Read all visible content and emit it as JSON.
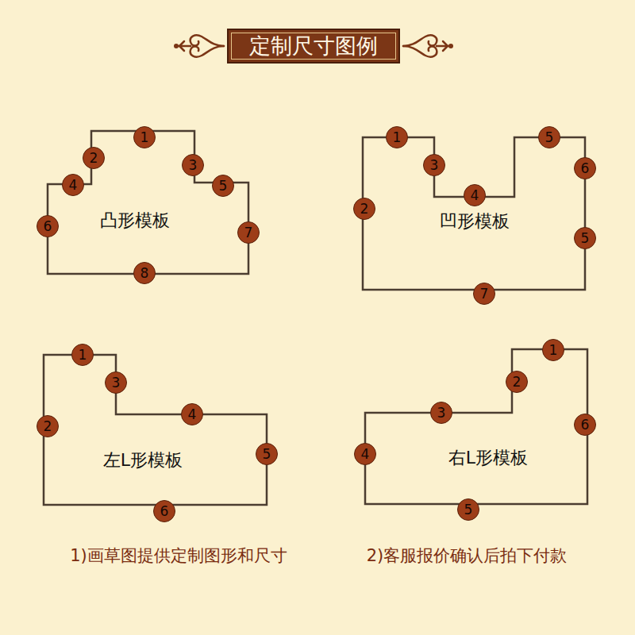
{
  "diagram": {
    "title": "定制尺寸图例",
    "nodes": [
      {
        "text": [
          "凸形模板"
        ]
      },
      {
        "text": [
          "凹形模板"
        ]
      },
      {
        "text": [
          "左L形模板"
        ]
      },
      {
        "text": [
          "右L形模板"
        ]
      }
    ],
    "labels": [
      "1",
      "2",
      "3",
      "4",
      "5",
      "6",
      "7",
      "8",
      "1",
      "2",
      "3",
      "4",
      "5",
      "6",
      "5",
      "7",
      "1",
      "2",
      "3",
      "4",
      "5",
      "6",
      "1",
      "2",
      "3",
      "4",
      "5",
      "6",
      "1)画草图提供定制图形和尺寸",
      "2)客服报价确认后拍下付款"
    ]
  }
}
